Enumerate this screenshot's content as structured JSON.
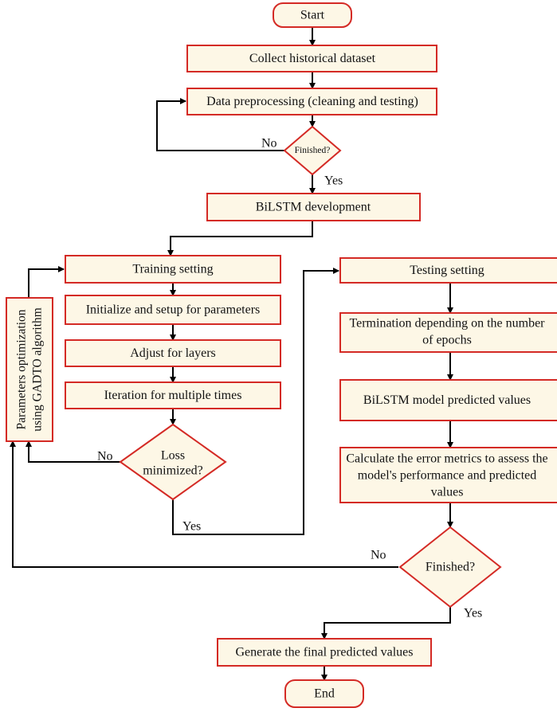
{
  "flowchart": {
    "start": "Start",
    "collect": "Collect historical dataset",
    "preprocess": "Data preprocessing (cleaning and testing)",
    "finished_1": "Finished?",
    "bilstm_dev": "BiLSTM development",
    "training_setting": "Training setting",
    "init_params": "Initialize and setup for parameters",
    "adjust_layers": "Adjust for layers",
    "iteration": "Iteration for multiple times",
    "loss_line1": "Loss",
    "loss_line2": "minimized?",
    "params_opt_line1": "Parameters optimization",
    "params_opt_line2": "using GADTO algorithm",
    "testing_setting": "Testing setting",
    "termination_line1": "Termination depending on the number",
    "termination_line2": "of epochs",
    "predicted_values": "BiLSTM model predicted values",
    "metrics_line1": "Calculate the error metrics to assess the",
    "metrics_line2": "model's performance and predicted",
    "metrics_line3": "values",
    "finished_2": "Finished?",
    "generate": "Generate the final predicted values",
    "end": "End"
  },
  "labels": {
    "no": "No",
    "yes": "Yes"
  },
  "colors": {
    "box_fill": "#fdf7e6",
    "box_stroke": "#d42a25",
    "line": "#000000"
  }
}
